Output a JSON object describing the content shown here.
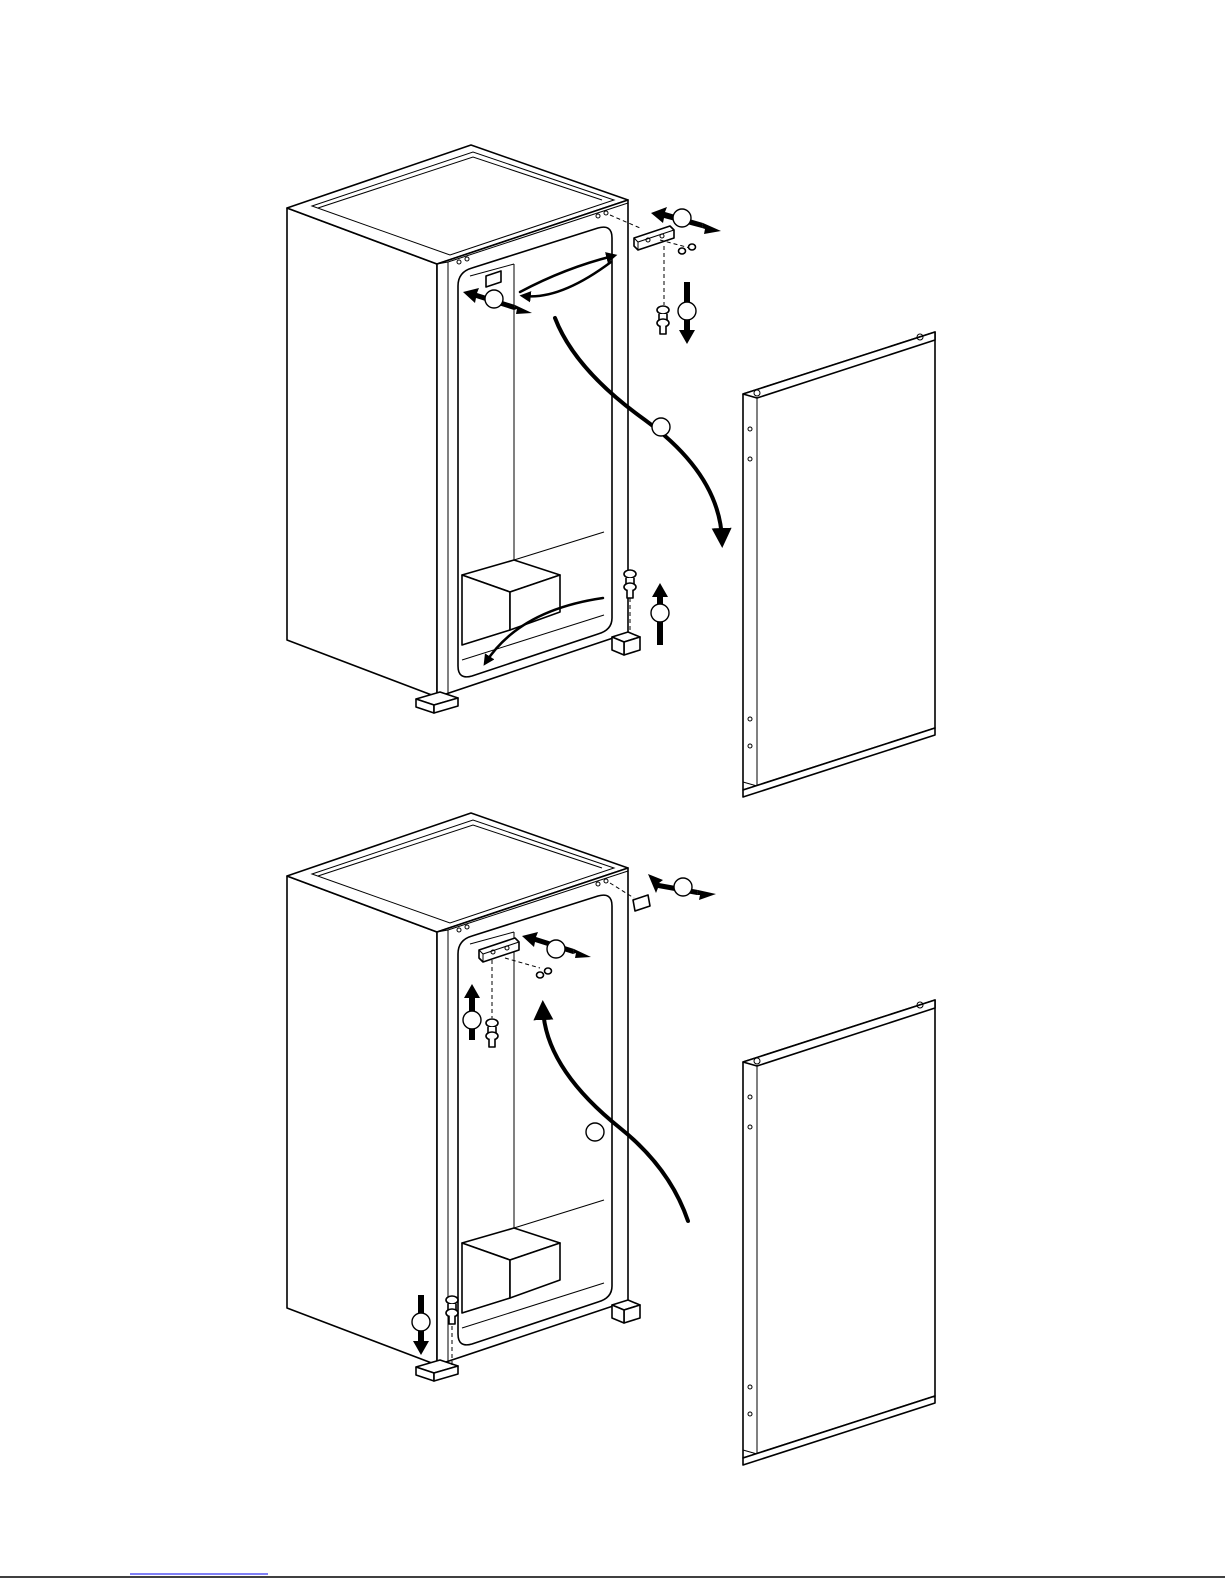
{
  "figure": {
    "panels": [
      {
        "id": "top",
        "description_icons": [
          "fridge-cabinet",
          "door-panel",
          "hinge-bracket",
          "pivot-pin"
        ]
      },
      {
        "id": "bottom",
        "description_icons": [
          "fridge-cabinet",
          "door-panel",
          "hinge-bracket",
          "pivot-pin"
        ]
      }
    ],
    "line_color": "#000000",
    "background_color": "#ffffff",
    "footer_rule_color": "#000000",
    "footer_link_color": "#0000ee"
  }
}
